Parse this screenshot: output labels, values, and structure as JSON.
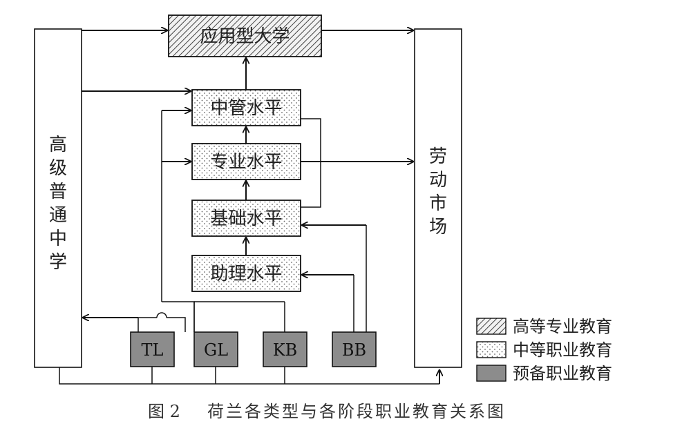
{
  "nodes": {
    "university": "应用型大学",
    "high_school": "高级普通中学",
    "labor_market": "劳动市场",
    "middle_mgmt": "中管水平",
    "professional": "专业水平",
    "basic": "基础水平",
    "assistant": "助理水平",
    "tl": "TL",
    "gl": "GL",
    "kb": "KB",
    "bb": "BB"
  },
  "legend": {
    "higher": "高等专业教育",
    "secondary": "中等职业教育",
    "preparatory": "预备职业教育"
  },
  "caption": {
    "number": "图 2",
    "title": "荷兰各类型与各阶段职业教育关系图"
  },
  "colors": {
    "preparatory_fill": "#8c8c8c",
    "line": "#111111"
  }
}
